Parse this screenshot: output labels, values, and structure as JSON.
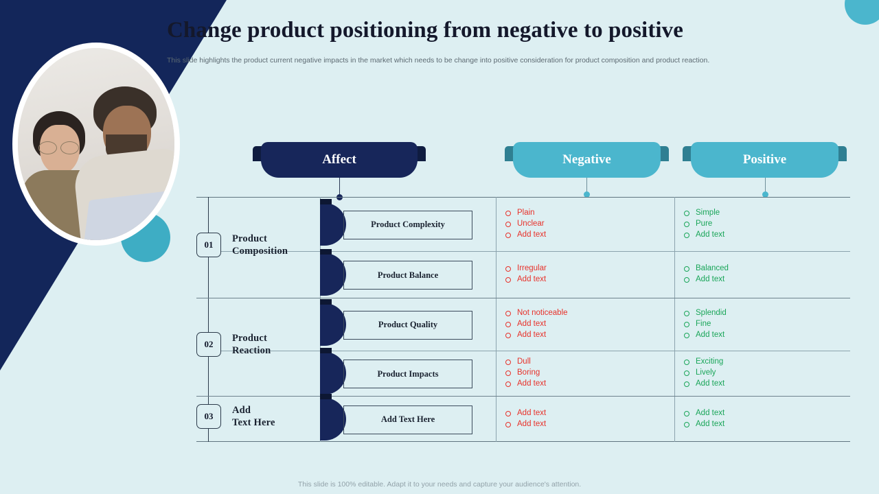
{
  "slide": {
    "title": "Change product positioning from negative to positive",
    "subtitle": "This slide highlights the product current negative impacts in the market which needs to be change into positive consideration for product composition and product reaction.",
    "footer": "This slide is 100% editable. Adapt it to your needs and capture your audience's attention."
  },
  "colors": {
    "background": "#ddeff2",
    "navy": "#17265a",
    "navy_dark": "#0f1c40",
    "teal": "#4bb6cd",
    "teal_dark": "#2f7f92",
    "negative_text": "#e8312a",
    "positive_text": "#19a558",
    "grid_line": "#8ba3ad"
  },
  "headers": {
    "affect": "Affect",
    "negative": "Negative",
    "positive": "Positive"
  },
  "groups": [
    {
      "number": "01",
      "label": "Product\nComposition"
    },
    {
      "number": "02",
      "label": "Product\nReaction"
    },
    {
      "number": "03",
      "label": "Add\nText Here"
    }
  ],
  "rows": [
    {
      "affect": "Product Complexity",
      "negative": [
        "Plain",
        "Unclear",
        "Add text"
      ],
      "positive": [
        "Simple",
        "Pure",
        "Add text"
      ]
    },
    {
      "affect": "Product Balance",
      "negative": [
        "Irregular",
        "Add text"
      ],
      "positive": [
        "Balanced",
        "Add text"
      ]
    },
    {
      "affect": "Product Quality",
      "negative": [
        "Not noticeable",
        "Add text",
        "Add text"
      ],
      "positive": [
        "Splendid",
        "Fine",
        "Add text"
      ]
    },
    {
      "affect": "Product Impacts",
      "negative": [
        "Dull",
        "Boring",
        "Add text"
      ],
      "positive": [
        "Exciting",
        "Lively",
        "Add text"
      ]
    },
    {
      "affect": "Add Text Here",
      "negative": [
        "Add text",
        "Add text"
      ],
      "positive": [
        "Add text",
        "Add text"
      ]
    }
  ]
}
